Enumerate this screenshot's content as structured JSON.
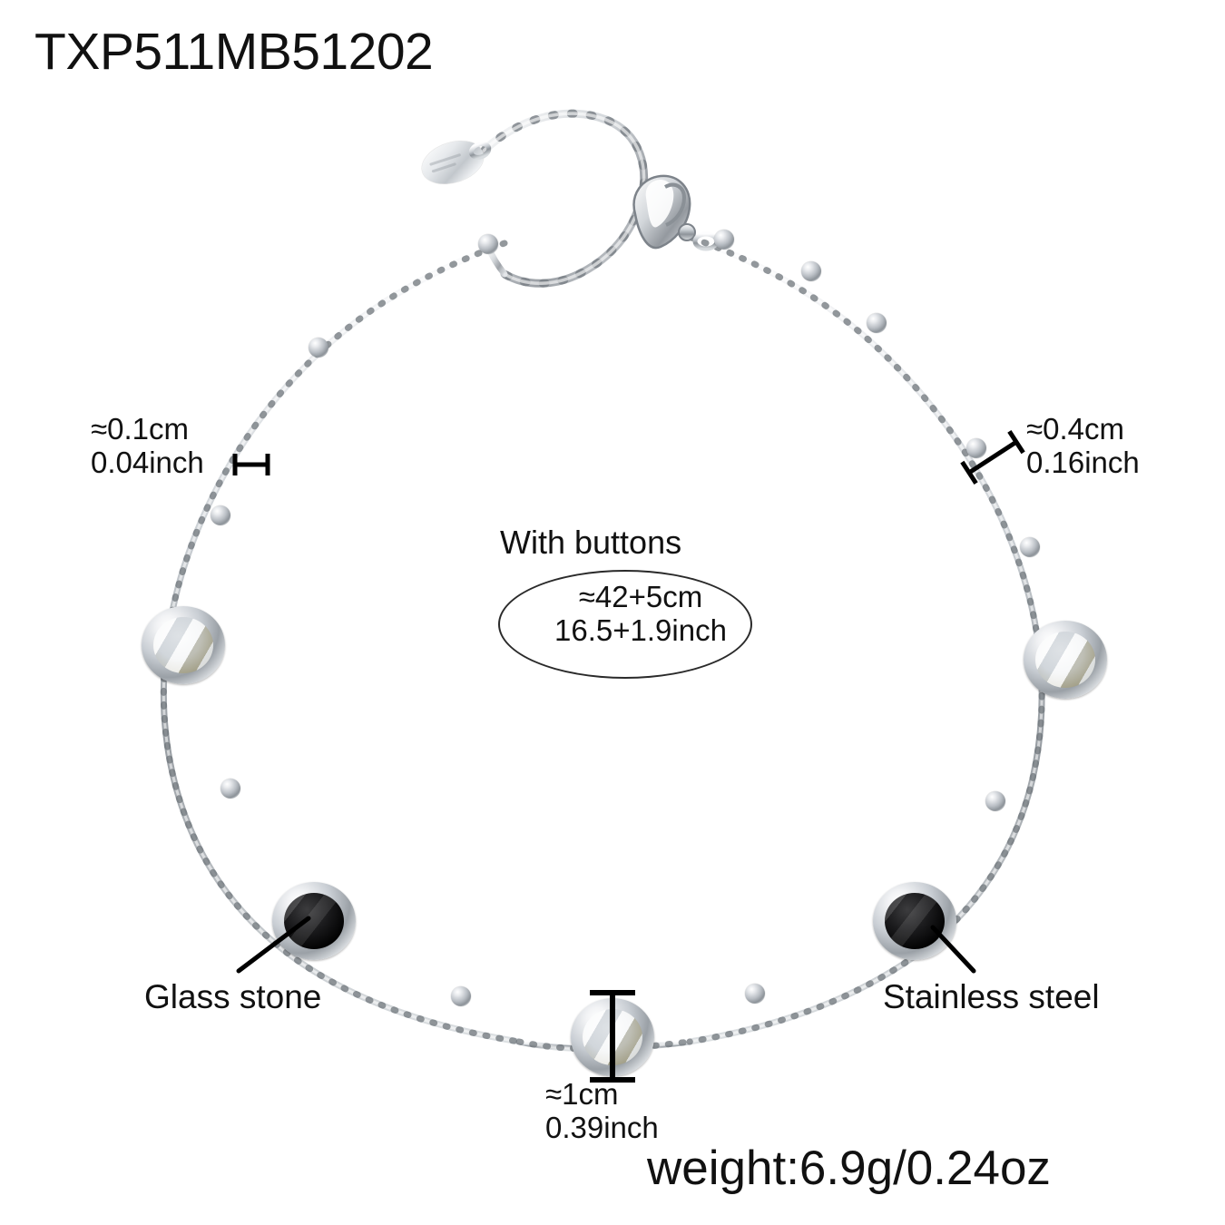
{
  "product": {
    "sku": "TXP511MB51202",
    "weight_label": "weight:6.9g/0.24oz"
  },
  "annotations": {
    "chain_width": {
      "metric": "≈0.1cm",
      "imperial": "0.04inch"
    },
    "bead_size": {
      "metric": "≈0.4cm",
      "imperial": "0.16inch"
    },
    "stone_size": {
      "metric": "≈1cm",
      "imperial": "0.39inch"
    },
    "length": {
      "heading": "With buttons",
      "metric": "≈42+5cm",
      "imperial": "16.5+1.9inch"
    },
    "material_stone": "Glass stone",
    "material_metal": "Stainless steel"
  },
  "colors": {
    "background": "#ffffff",
    "text": "#111111",
    "line": "#000000",
    "metal_light": "#eceff1",
    "metal_mid": "#9aa0a6",
    "metal_dark": "#6d7278",
    "stone_black": "#000000",
    "stone_clear": "#dfe3e7"
  },
  "parts": {
    "clasp": "lobster-clasp",
    "extender": "extender-chain",
    "tag": "oval-brand-tag"
  }
}
